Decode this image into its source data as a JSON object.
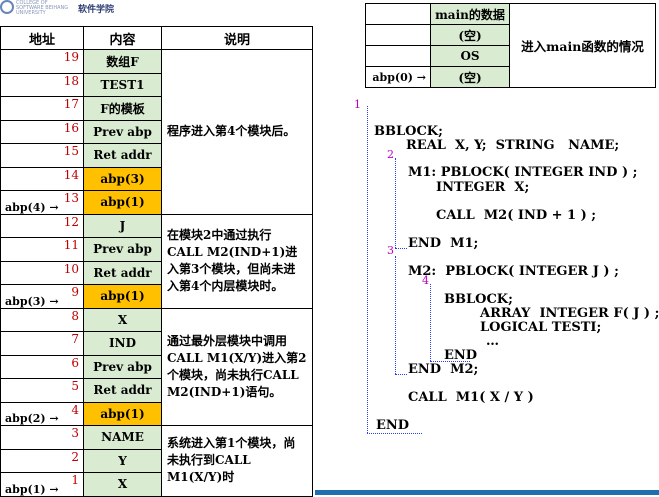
{
  "logo": {
    "subtitle": "COLLEGE OF SOFTWARE BEIHANG UNIVERSITY",
    "name": "软件学院"
  },
  "stack": {
    "headers": {
      "addr": "地址",
      "content": "内容",
      "desc": "说明"
    },
    "rows": [
      {
        "num": "19",
        "content": "数组F",
        "color": "green",
        "ptr": ""
      },
      {
        "num": "18",
        "content": "TEST1",
        "color": "green",
        "ptr": ""
      },
      {
        "num": "17",
        "content": "F的模板",
        "color": "green",
        "ptr": ""
      },
      {
        "num": "16",
        "content": "Prev abp",
        "color": "green",
        "ptr": ""
      },
      {
        "num": "15",
        "content": "Ret addr",
        "color": "green",
        "ptr": ""
      },
      {
        "num": "14",
        "content": "abp(3)",
        "color": "yellow",
        "ptr": ""
      },
      {
        "num": "13",
        "content": "abp(1)",
        "color": "yellow",
        "ptr": "abp(4) →"
      },
      {
        "num": "12",
        "content": "J",
        "color": "green",
        "ptr": ""
      },
      {
        "num": "11",
        "content": "Prev abp",
        "color": "green",
        "ptr": ""
      },
      {
        "num": "10",
        "content": "Ret addr",
        "color": "green",
        "ptr": ""
      },
      {
        "num": "9",
        "content": "abp(1)",
        "color": "yellow",
        "ptr": "abp(3) →"
      },
      {
        "num": "8",
        "content": "X",
        "color": "green",
        "ptr": ""
      },
      {
        "num": "7",
        "content": "IND",
        "color": "green",
        "ptr": ""
      },
      {
        "num": "6",
        "content": "Prev abp",
        "color": "green",
        "ptr": ""
      },
      {
        "num": "5",
        "content": "Ret addr",
        "color": "green",
        "ptr": ""
      },
      {
        "num": "4",
        "content": "abp(1)",
        "color": "yellow",
        "ptr": "abp(2) →"
      },
      {
        "num": "3",
        "content": "NAME",
        "color": "green",
        "ptr": ""
      },
      {
        "num": "2",
        "content": "Y",
        "color": "green",
        "ptr": ""
      },
      {
        "num": "1",
        "content": "X",
        "color": "green",
        "ptr": "abp(1) →"
      }
    ],
    "descriptions": [
      {
        "text": "程序进入第4个模块后。"
      },
      {
        "text": "在模块2中通过执行CALL M2(IND+1)进入第3个模块，但尚未进入第4个内层模块时。"
      },
      {
        "text": "通过最外层模块中调用CALL M1(X/Y)进入第2个模块，尚未执行CALL M2(IND+1)语句。"
      },
      {
        "text": "系统进入第1个模块，尚未执行到CALL M1(X/Y)时"
      }
    ]
  },
  "main_frame": {
    "cells": [
      "main的数据",
      "(空)",
      "OS",
      "(空)"
    ],
    "pointer": "abp(0) →",
    "description": "进入main函数的情况"
  },
  "code": {
    "levels": [
      "1",
      "2",
      "3",
      "4"
    ],
    "lines": [
      "BBLOCK;",
      "REAL  X, Y;  STRING   NAME;",
      "M1: PBLOCK( INTEGER IND ) ;",
      "INTEGER  X;",
      "CALL  M2( IND + 1 ) ;",
      "END  M1;",
      "M2:  PBLOCK( INTEGER J ) ;",
      "BBLOCK;",
      "ARRAY  INTEGER F( J ) ;",
      "LOGICAL TESTI;",
      "…",
      "END",
      "END  M2;",
      "CALL  M1( X / Y )",
      "END"
    ]
  },
  "colors": {
    "green": "#d9ecd2",
    "yellow": "#ffc000",
    "level_number": "#c000c0",
    "address_number": "#c00000",
    "dotted_line": "#2a3cff"
  }
}
